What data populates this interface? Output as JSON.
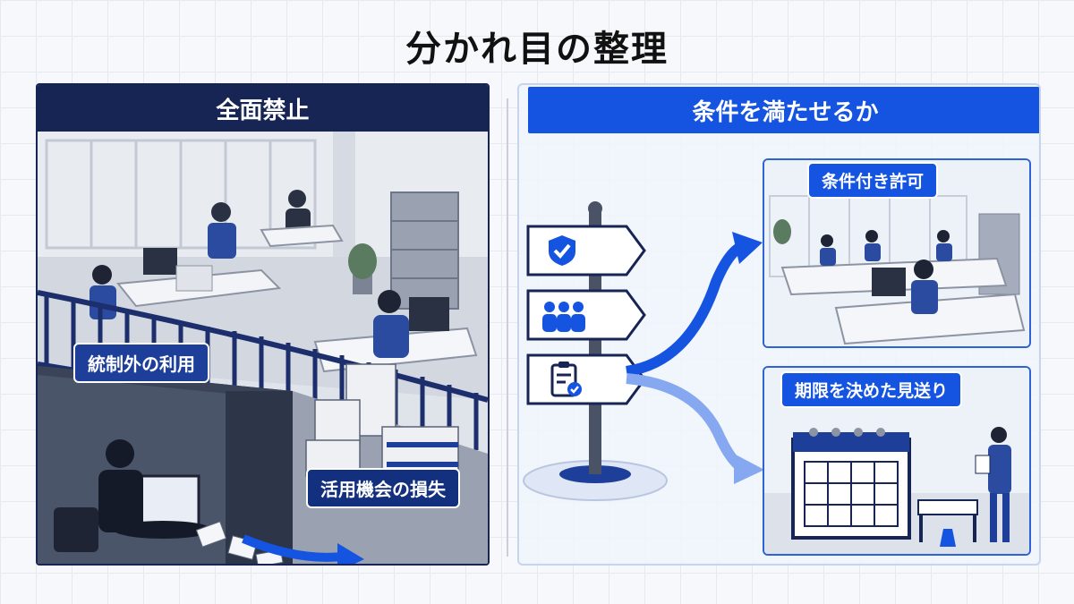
{
  "title": "分かれ目の整理",
  "left": {
    "header": "全面禁止",
    "callout_unmanaged": "統制外の利用",
    "callout_loss": "活用機会の損失"
  },
  "right": {
    "header": "条件を満たせるか",
    "option_conditional": "条件付き許可",
    "option_deferred": "期限を決めた見送り"
  },
  "icons": {
    "sign_1": "shield-check-icon",
    "sign_2": "people-group-icon",
    "sign_3": "clipboard-check-icon"
  },
  "colors": {
    "navy": "#172554",
    "accent_blue": "#1554e0",
    "light_blue": "#7fa3ef"
  }
}
